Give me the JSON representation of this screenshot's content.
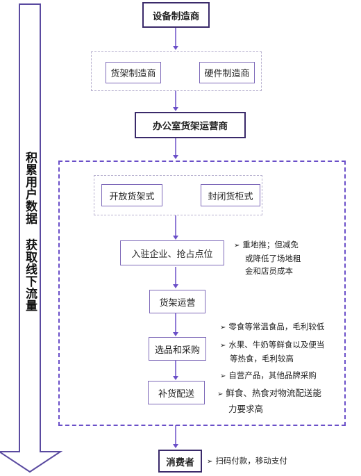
{
  "side_label": "积累用户数据  获取线下流量",
  "nodes": {
    "equipment_maker": "设备制造商",
    "shelf_maker": "货架制造商",
    "hardware_maker": "硬件制造商",
    "office_shelf_operator": "办公室货架运营商",
    "open_shelf": "开放货架式",
    "closed_cabinet": "封闭货柜式",
    "enter_company": "入驻企业、抢占点位",
    "shelf_operation": "货架运营",
    "selection_purchase": "选品和采购",
    "restock_delivery": "补货配送",
    "consumer": "消费者"
  },
  "notes": {
    "enter_company": [
      "重地推；但减免",
      "或降低了场地租",
      "金和店员成本"
    ],
    "selection_a": "零食等常温食品，毛利较低",
    "selection_b": [
      "水果、牛奶等鲜食以及便当",
      "等热食，毛利较高"
    ],
    "selection_c": "自营产品，其他品牌采购",
    "restock": [
      "鲜食、热食对物流配送能",
      "力要求高"
    ],
    "consumer": "扫码付款，移动支付"
  },
  "bullet_marker": "➢",
  "colors": {
    "accent": "#6a4fc8",
    "arrow_fill": "#ffffff",
    "arrow_stroke": "#5a4aa0",
    "box_border": "#3a2a6a"
  }
}
